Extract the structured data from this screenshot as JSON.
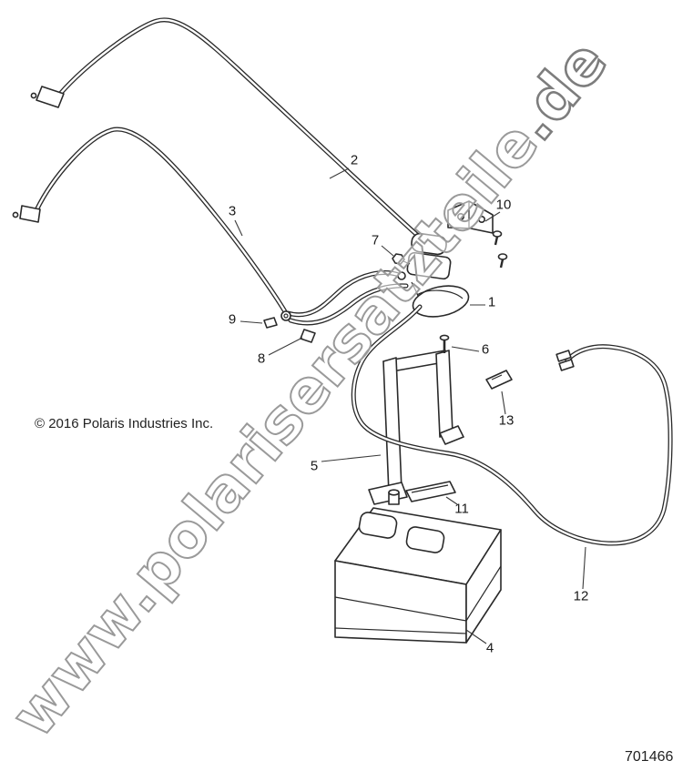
{
  "diagram": {
    "title_hint": "battery and cable exploded parts diagram",
    "watermark_main": "www.polarisersatzteile",
    "watermark_suffix": ".de",
    "copyright": "© 2016 Polaris Industries Inc.",
    "part_number": "701466",
    "callouts": [
      {
        "label": "1"
      },
      {
        "label": "2"
      },
      {
        "label": "3"
      },
      {
        "label": "4"
      },
      {
        "label": "5"
      },
      {
        "label": "6"
      },
      {
        "label": "7"
      },
      {
        "label": "8"
      },
      {
        "label": "9"
      },
      {
        "label": "10"
      },
      {
        "label": "11"
      },
      {
        "label": "12"
      },
      {
        "label": "13"
      }
    ],
    "colors": {
      "background": "#ffffff",
      "line": "#2a2a2a",
      "watermark_outline": "#9a9a9a",
      "text": "#1a1a1a"
    }
  }
}
